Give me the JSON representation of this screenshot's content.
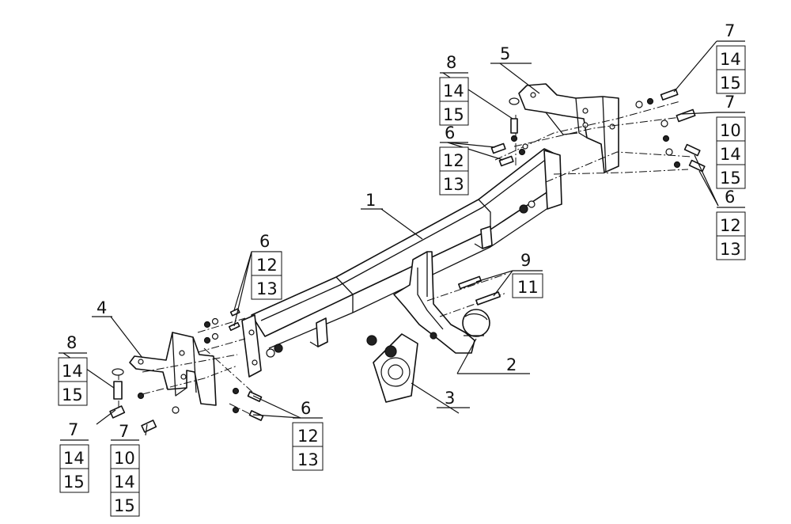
{
  "callouts": [
    {
      "id": "c1",
      "labels": [
        "1"
      ]
    },
    {
      "id": "c2",
      "labels": [
        "2"
      ]
    },
    {
      "id": "c3",
      "labels": [
        "3"
      ]
    },
    {
      "id": "c4",
      "labels": [
        "4"
      ]
    },
    {
      "id": "c5",
      "labels": [
        "5"
      ]
    },
    {
      "id": "c6a",
      "labels": [
        "6",
        "12",
        "13"
      ]
    },
    {
      "id": "c6b",
      "labels": [
        "6",
        "12",
        "13"
      ]
    },
    {
      "id": "c6c",
      "labels": [
        "6",
        "12",
        "13"
      ]
    },
    {
      "id": "c6d",
      "labels": [
        "6",
        "12",
        "13"
      ]
    },
    {
      "id": "c7a",
      "labels": [
        "7",
        "14",
        "15"
      ]
    },
    {
      "id": "c7b",
      "labels": [
        "7",
        "10",
        "14",
        "15"
      ]
    },
    {
      "id": "c7c",
      "labels": [
        "7",
        "14",
        "15"
      ]
    },
    {
      "id": "c7d",
      "labels": [
        "7",
        "10",
        "14",
        "15"
      ]
    },
    {
      "id": "c8a",
      "labels": [
        "8",
        "14",
        "15"
      ]
    },
    {
      "id": "c8b",
      "labels": [
        "8",
        "14",
        "15"
      ]
    },
    {
      "id": "c9",
      "labels": [
        "9",
        "11"
      ]
    }
  ]
}
